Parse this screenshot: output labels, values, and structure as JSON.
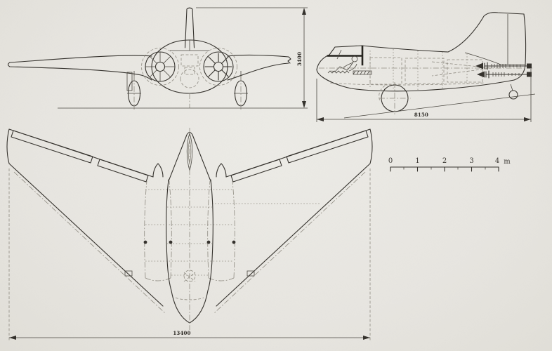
{
  "drawing": {
    "kind": "aircraft three-view general arrangement drawing",
    "views": [
      "front",
      "side",
      "plan"
    ]
  },
  "dimensions": {
    "height": "3400",
    "length": "8150",
    "span": "13400"
  },
  "scale_bar": {
    "ticks": [
      "0",
      "1",
      "2",
      "3",
      "4"
    ],
    "unit": "m"
  },
  "colors": {
    "paper": "#e8e6e1",
    "ink": "#35322d"
  }
}
